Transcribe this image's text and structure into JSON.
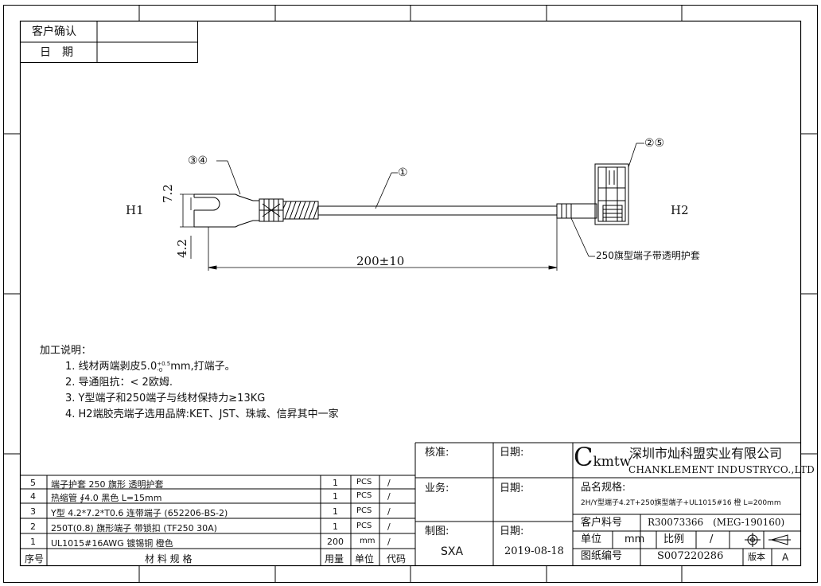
{
  "top_box": {
    "customer_confirm": "客户确认",
    "date": "日　期"
  },
  "drawing": {
    "h1": "H1",
    "h2": "H2",
    "dim_length": "200±10",
    "dim_72": "7.2",
    "dim_42": "4.2",
    "callout_1": "①",
    "callout_34": "③④",
    "callout_25": "②⑤",
    "callout_sleeve": "250旗型端子带透明护套"
  },
  "notes": {
    "heading": "加工说明：",
    "items": [
      "1. 线材两端剥皮5.0",
      "2. 导通阻抗：< 2欧姆.",
      "3. Y型端子和250端子与线材保持力≥13KG",
      "4. H2端胶壳端子选用品牌:KET、JST、珠城、信昇其中一家"
    ],
    "tol_plus": "+0.5",
    "tol_minus": "-0",
    "item1_suffix": "mm,打端子。"
  },
  "bom": {
    "rows": [
      {
        "no": "5",
        "spec": "端子护套 250 旗形 透明护套",
        "qty": "1",
        "unit": "PCS",
        "code": "/"
      },
      {
        "no": "4",
        "spec": "热缩管 ∮4.0 黑色 L=15mm",
        "qty": "1",
        "unit": "PCS",
        "code": "/"
      },
      {
        "no": "3",
        "spec": "Y型 4.2*7.2*T0.6 连带端子 (652206-BS-2)",
        "qty": "1",
        "unit": "PCS",
        "code": "/"
      },
      {
        "no": "2",
        "spec": "250T(0.8) 旗形端子 带锁扣 (TF250 30A)",
        "qty": "1",
        "unit": "PCS",
        "code": "/"
      },
      {
        "no": "1",
        "spec": "UL1015#16AWG 镀锡铜 橙色",
        "qty": "200",
        "unit": "mm",
        "code": "/"
      }
    ],
    "header": {
      "no": "序号",
      "spec": "材 料 规 格",
      "qty": "用量",
      "unit": "单位",
      "code": "代码"
    }
  },
  "title_block": {
    "approve": "核准:",
    "approve_date": "日期:",
    "business": "业务:",
    "business_date": "日期:",
    "drafter_label": "制图:",
    "drafter": "SXA",
    "draft_date_label": "日期:",
    "draft_date": "2019-08-18",
    "logo_c": "C",
    "logo_rest": "kmtw",
    "company_cn": "深圳市灿科盟实业有限公司",
    "company_en": "CHANKLEMENT INDUSTRYCO.,LTD",
    "product_spec_label": "品名规格:",
    "product_spec": "2H/Y型端子4.2T+250旗型端子+UL1015#16 橙 L=200mm",
    "customer_pn_label": "客户料号",
    "customer_pn": "R30073366　(MEG-190160)",
    "unit_label": "单位",
    "unit_value": "mm",
    "scale_label": "比例",
    "scale_value": "/",
    "drawing_no_label": "图纸编号",
    "drawing_no": "S007220286",
    "version_label": "版本",
    "version": "A"
  }
}
